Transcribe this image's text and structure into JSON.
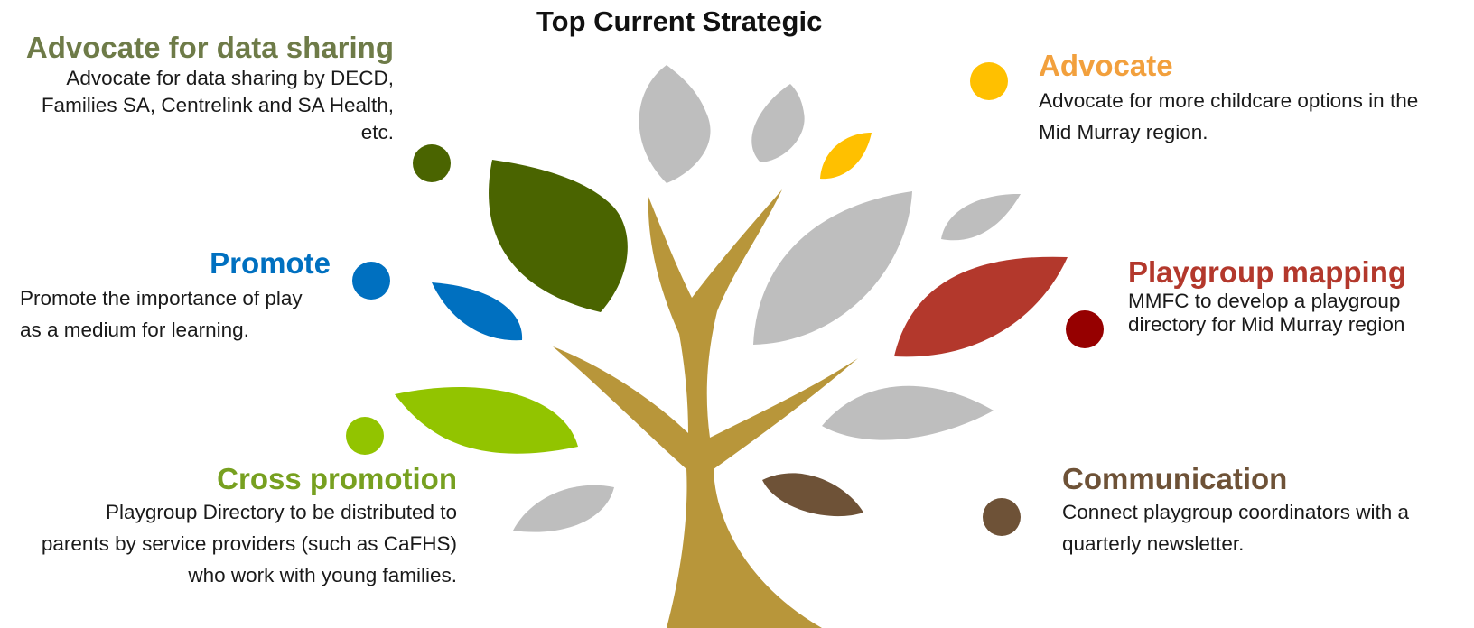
{
  "title": "Top Current Strategic",
  "colors": {
    "olive": "#4a6400",
    "olive_text": "#6e7b48",
    "blue": "#0070c0",
    "lime": "#92c400",
    "lime_text": "#77a020",
    "yellow": "#ffc000",
    "orange_text": "#f2a03d",
    "red": "#b3382c",
    "dark_red": "#960000",
    "brown": "#6e5237",
    "gray_leaf": "#bebebe",
    "trunk": "#b8963a"
  },
  "items": {
    "data_sharing": {
      "heading": "Advocate for data sharing",
      "description": "Advocate for data sharing by DECD, Families SA, Centrelink and SA Health, etc."
    },
    "promote": {
      "heading": "Promote",
      "description": "Promote the importance of play as a medium for learning."
    },
    "cross_promotion": {
      "heading": "Cross promotion",
      "description": "Playgroup Directory to be distributed to parents by service providers (such as CaFHS) who work with young families."
    },
    "advocate": {
      "heading": "Advocate",
      "description": "Advocate for more childcare options in the Mid Murray region."
    },
    "playgroup_mapping": {
      "heading": "Playgroup mapping",
      "description": "MMFC to develop a playgroup directory for Mid Murray region"
    },
    "communication": {
      "heading": "Communication",
      "description": "Connect playgroup coordinators with a quarterly newsletter."
    }
  }
}
